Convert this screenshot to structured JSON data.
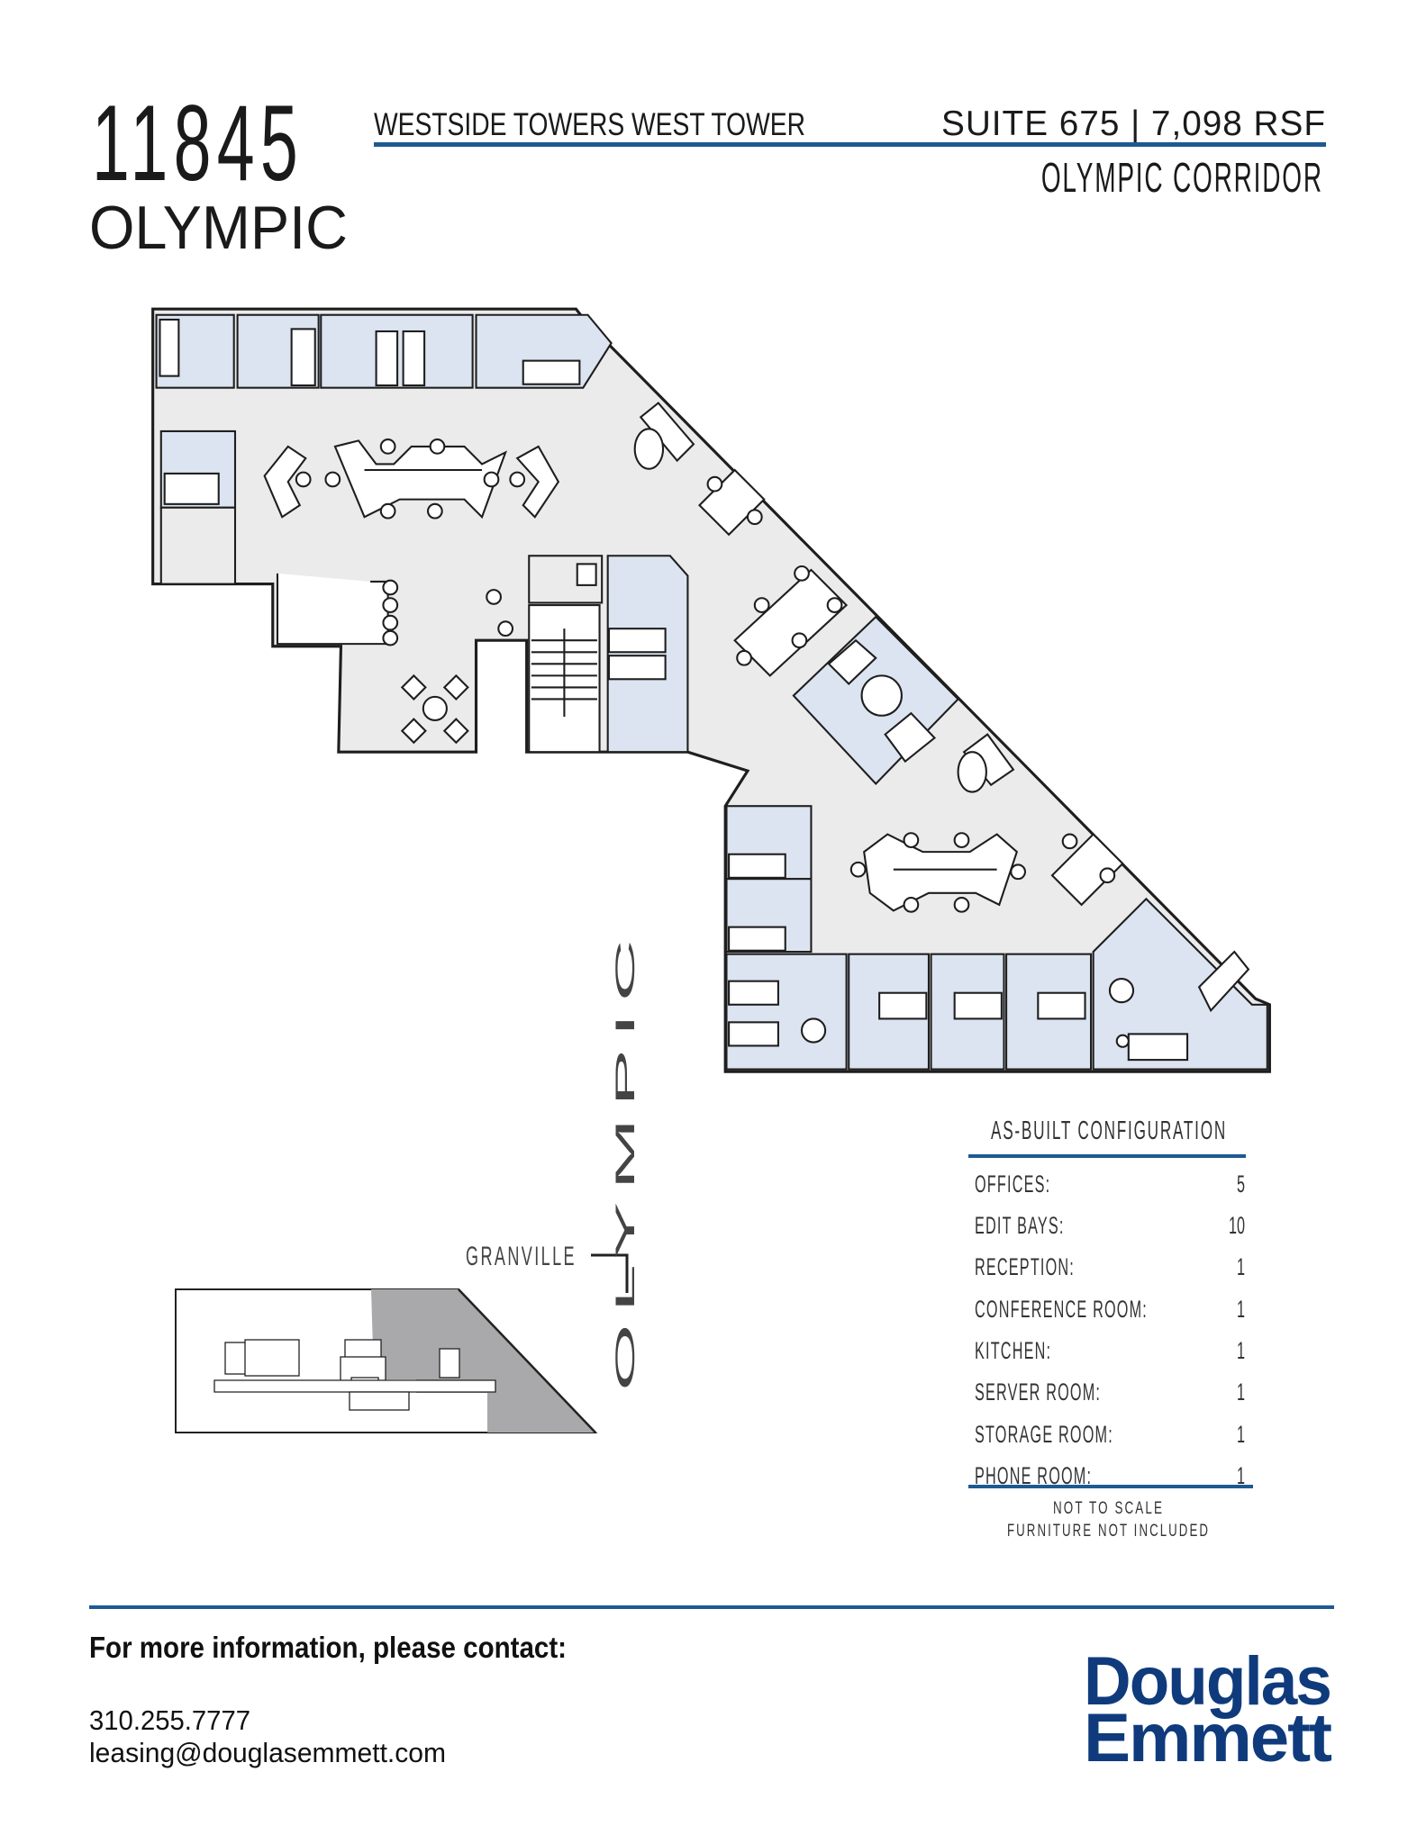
{
  "header": {
    "address_number": "11845",
    "street": "OLYMPIC",
    "building": "WESTSIDE TOWERS WEST TOWER",
    "suite": "SUITE 675 | 7,098 RSF",
    "submarket": "OLYMPIC CORRIDOR"
  },
  "configuration": {
    "title": "AS-BUILT CONFIGURATION",
    "rows": [
      {
        "label": "OFFICES:",
        "value": "5"
      },
      {
        "label": "EDIT BAYS:",
        "value": "10"
      },
      {
        "label": "RECEPTION:",
        "value": "1"
      },
      {
        "label": "CONFERENCE ROOM:",
        "value": "1"
      },
      {
        "label": "KITCHEN:",
        "value": "1"
      },
      {
        "label": "SERVER ROOM:",
        "value": "1"
      },
      {
        "label": "STORAGE ROOM:",
        "value": "1"
      },
      {
        "label": "PHONE ROOM:",
        "value": "1"
      }
    ],
    "notes": [
      "NOT TO SCALE",
      "FURNITURE NOT INCLUDED"
    ]
  },
  "key_plan": {
    "street_north": "GRANVILLE",
    "street_east": "OLYMPIC"
  },
  "contact": {
    "heading": "For more information, please contact:",
    "phone": "310.255.7777",
    "email": "leasing@douglasemmett.com"
  },
  "logo": {
    "line1": "Douglas",
    "line2": "Emmett"
  },
  "colors": {
    "accent_rule": "#1d5a92",
    "logo": "#0f3b7c",
    "suite_common_area": "#ebebeb",
    "suite_rooms": "#dbe4f0",
    "key_plan_highlight": "#a9a9ab"
  }
}
